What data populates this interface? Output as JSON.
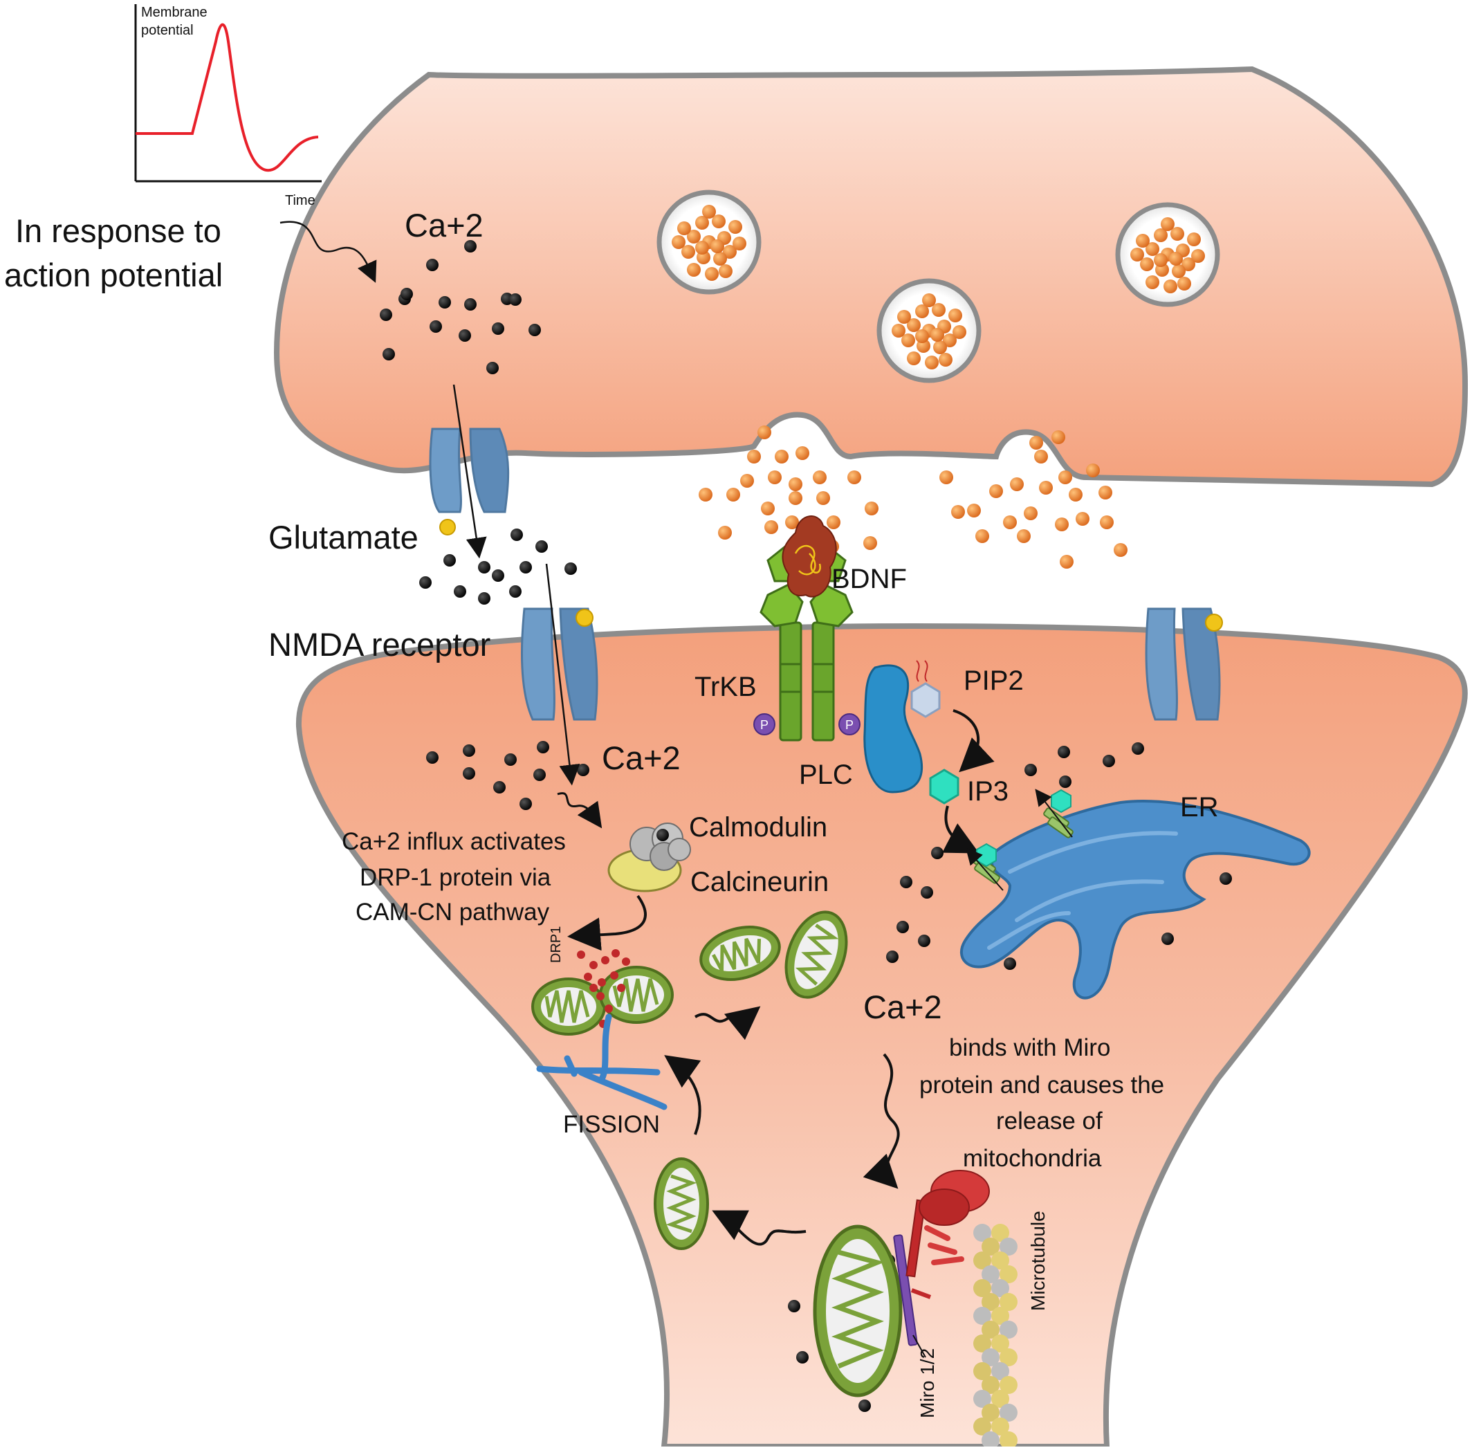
{
  "graph": {
    "y_label_line1": "Membrane",
    "y_label_line2": "potential",
    "x_label": "Time"
  },
  "labels": {
    "action_potential_line1": "In response to",
    "action_potential_line2": "action potential",
    "ca_presynaptic": "Ca+2",
    "glutamate": "Glutamate",
    "nmda_receptor": "NMDA receptor",
    "bdnf": "BDNF",
    "trkb": "TrKB",
    "pip2": "PIP2",
    "plc": "PLC",
    "ip3": "IP3",
    "er": "ER",
    "ca_postsynaptic": "Ca+2",
    "ca_er": "Ca+2",
    "calmodulin": "Calmodulin",
    "calcineurin": "Calcineurin",
    "drp1": "DRP1",
    "fission": "FISSION",
    "influx_line1": "Ca+2 influx activates",
    "influx_line2": "DRP-1 protein via",
    "influx_line3": "CAM-CN pathway",
    "miro_text_line1": "binds with Miro",
    "miro_text_line2": "protein and causes the",
    "miro_text_line3": "release of",
    "miro_text_line4": "mitochondria",
    "miro": "Miro 1/2",
    "microtubule": "Microtubule",
    "phospho_left": "P",
    "phospho_right": "P"
  },
  "colors": {
    "cell_fill": "#f7b89c",
    "membrane": "#8c8c8c",
    "vesicle_content": "#e8822e",
    "calcium_ion": "#0a0a0a",
    "receptor": "#6e9cc8",
    "glutamate_ligand": "#f0c419",
    "trkb": "#6aa52c",
    "bdnf": "#a33a22",
    "plc": "#2a8fc9",
    "ip3": "#2fe0c0",
    "er": "#4d8fcb",
    "mitochondria_outer": "#7ba23a",
    "drp1": "#c0282a",
    "action_potential_trace": "#e8202a"
  }
}
